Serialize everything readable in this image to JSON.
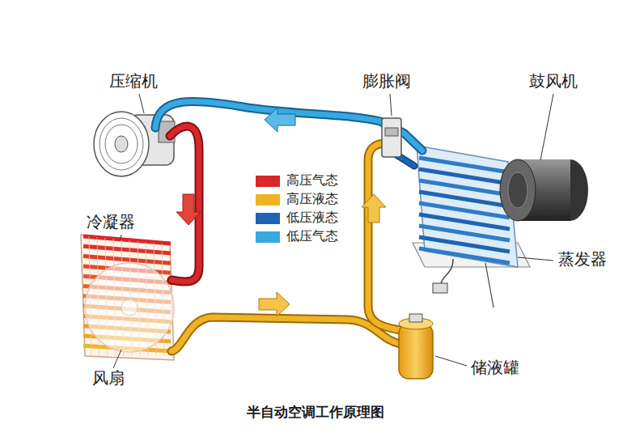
{
  "diagram": {
    "caption": "半自动空调工作原理图",
    "labels": [
      "压缩机",
      "膨胀阀",
      "鼓风机",
      "冷凝器",
      "蒸发器",
      "风扇",
      "储液罐"
    ],
    "legend": [
      {
        "text": "高压气态",
        "color": "#d9262b"
      },
      {
        "text": "高压液态",
        "color": "#f0b323"
      },
      {
        "text": "低压液态",
        "color": "#1f64b4"
      },
      {
        "text": "低压气态",
        "color": "#36a9e1"
      }
    ]
  }
}
